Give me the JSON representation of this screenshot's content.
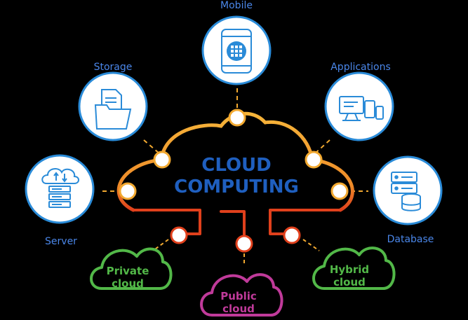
{
  "title": {
    "line1": "CLOUD",
    "line2": "COMPUTING"
  },
  "nodes": {
    "mobile": {
      "label": "Mobile",
      "icon": "mobile-icon"
    },
    "storage": {
      "label": "Storage",
      "icon": "folder-icon"
    },
    "applications": {
      "label": "Applications",
      "icon": "devices-icon"
    },
    "server": {
      "label": "Server",
      "icon": "server-icon"
    },
    "database": {
      "label": "Database",
      "icon": "database-icon"
    }
  },
  "clouds": {
    "private": {
      "line1": "Private",
      "line2": "cloud",
      "color": "#52b848"
    },
    "public": {
      "line1": "Public",
      "line2": "cloud",
      "color": "#c03a9a"
    },
    "hybrid": {
      "line1": "Hybrid",
      "line2": "cloud",
      "color": "#52b848"
    }
  },
  "colors": {
    "background": "#000000",
    "accent_blue": "#1f5fbf",
    "label_blue": "#4a86e8",
    "cloud_outline": "#f2a930",
    "connector_red": "#e0401c",
    "circle_border": "#2a8bd8"
  }
}
